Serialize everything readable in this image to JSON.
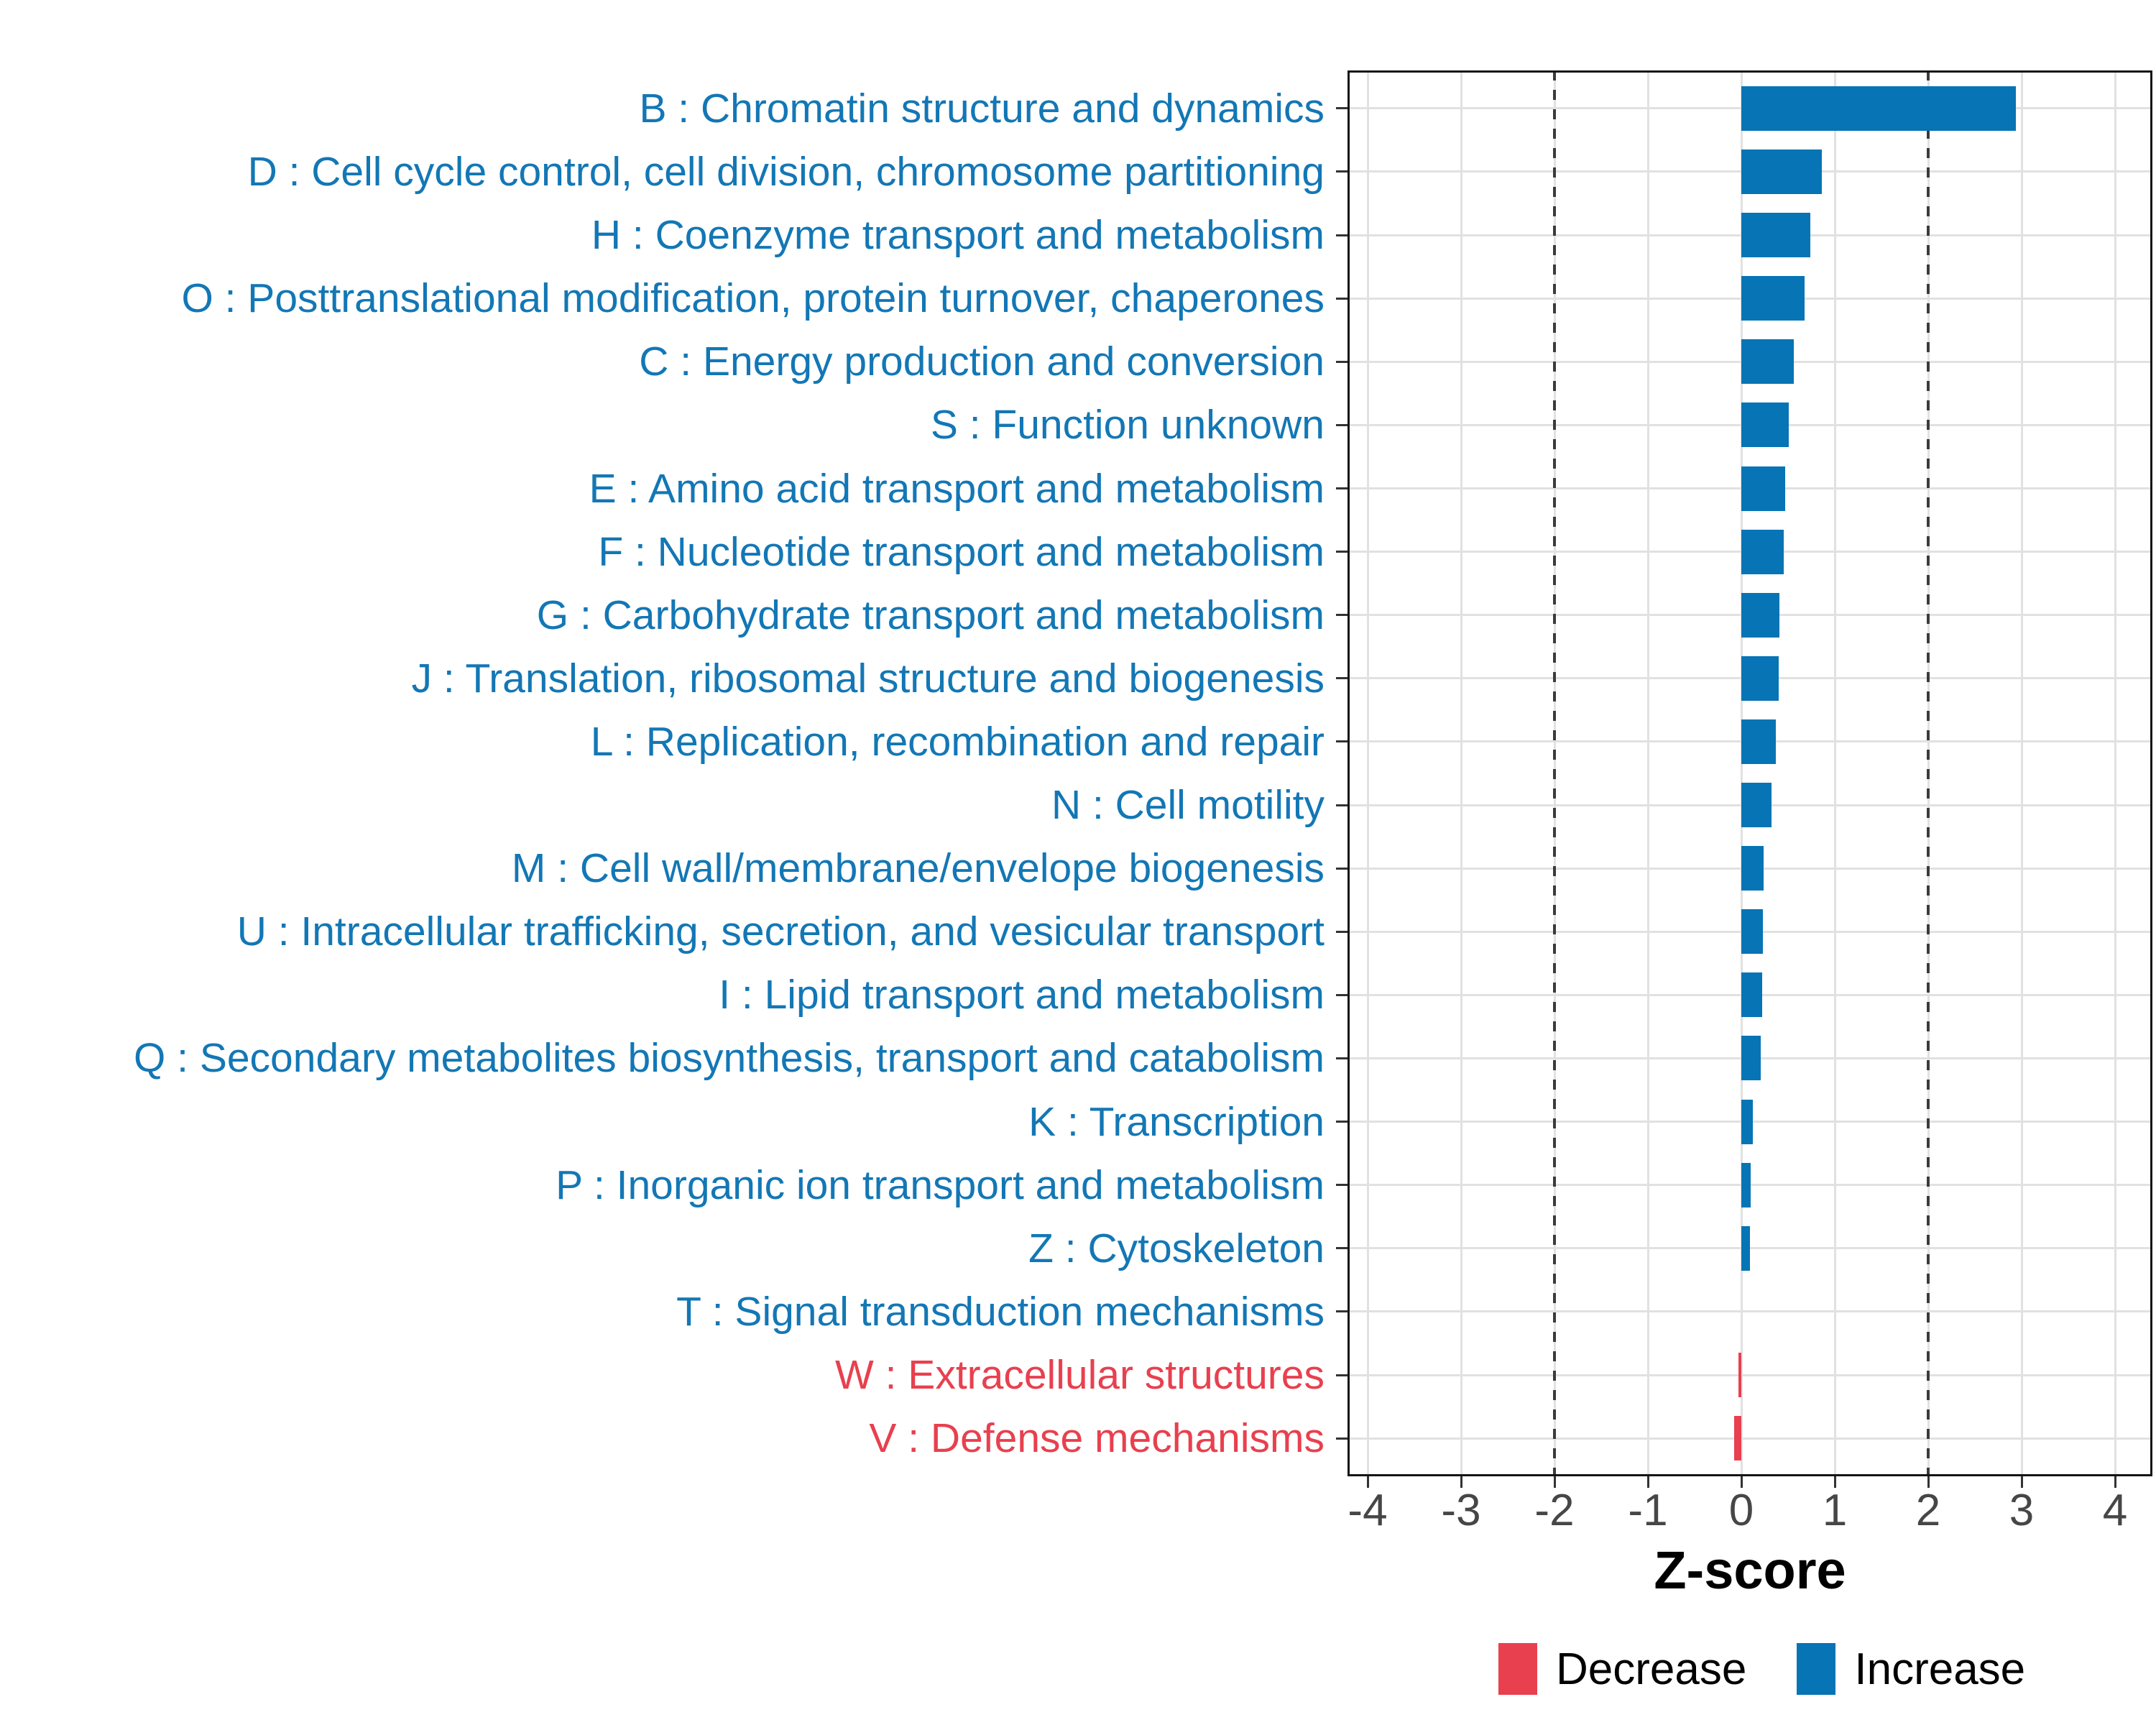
{
  "figure": {
    "background": "#ffffff"
  },
  "axis": {
    "xlabel": "Z-score",
    "x_tick_labels": [
      "-4",
      "-3",
      "-2",
      "-1",
      "0",
      "1",
      "2",
      "3",
      "4"
    ],
    "tick_label_color": "#464646",
    "title_color": "#000000"
  },
  "legend": {
    "position": "bottom",
    "items": [
      {
        "label": "Decrease",
        "color": "#e8404f"
      },
      {
        "label": "Increase",
        "color": "#0674b5"
      }
    ]
  },
  "chart_data": {
    "type": "bar",
    "orientation": "horizontal",
    "title": "",
    "xlabel": "Z-score",
    "ylabel": "",
    "xlim": [
      -4.3,
      4.3
    ],
    "x_ticks": [
      -4,
      -3,
      -2,
      -1,
      0,
      1,
      2,
      3,
      4
    ],
    "x_tick_labels": [
      "-4",
      "-3",
      "-2",
      "-1",
      "0",
      "1",
      "2",
      "3",
      "4"
    ],
    "reference_lines_dashed": [
      -2,
      2
    ],
    "grid": true,
    "legend_position": "bottom",
    "categories": [
      "B : Chromatin structure and dynamics",
      "D : Cell cycle control, cell division, chromosome partitioning",
      "H : Coenzyme transport and metabolism",
      "O : Posttranslational modification, protein turnover, chaperones",
      "C : Energy production and conversion",
      "S : Function unknown",
      "E : Amino acid transport and metabolism",
      "F : Nucleotide transport and metabolism",
      "G : Carbohydrate transport and metabolism",
      "J : Translation, ribosomal structure and biogenesis",
      "L : Replication, recombination and repair",
      "N : Cell motility",
      "M : Cell wall/membrane/envelope biogenesis",
      "U : Intracellular trafficking, secretion, and vesicular transport",
      "I : Lipid transport and metabolism",
      "Q : Secondary metabolites biosynthesis, transport and catabolism",
      "K : Transcription",
      "P : Inorganic ion transport and metabolism",
      "Z : Cytoskeleton",
      "T : Signal transduction mechanisms",
      "W : Extracellular structures",
      "V : Defense mechanisms"
    ],
    "values": [
      2.94,
      0.86,
      0.74,
      0.68,
      0.56,
      0.51,
      0.47,
      0.45,
      0.41,
      0.4,
      0.37,
      0.32,
      0.24,
      0.23,
      0.22,
      0.21,
      0.12,
      0.1,
      0.09,
      0.0,
      -0.03,
      -0.08
    ],
    "directions": [
      "increase",
      "increase",
      "increase",
      "increase",
      "increase",
      "increase",
      "increase",
      "increase",
      "increase",
      "increase",
      "increase",
      "increase",
      "increase",
      "increase",
      "increase",
      "increase",
      "increase",
      "increase",
      "increase",
      "increase",
      "decrease",
      "decrease"
    ],
    "colors": {
      "increase": "#0674b5",
      "decrease": "#e8404f"
    },
    "label_colors": {
      "increase": "#1377b5",
      "decrease": "#e8404f"
    }
  }
}
